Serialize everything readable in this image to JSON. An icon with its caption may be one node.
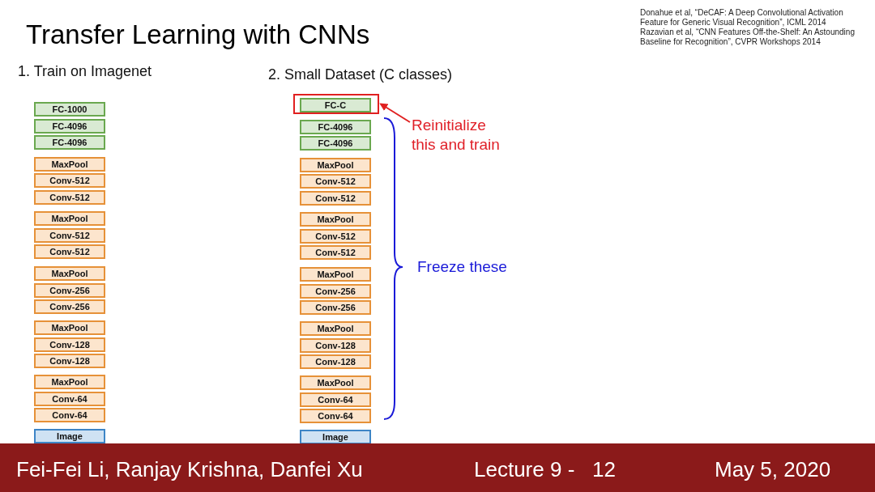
{
  "diagram": {
    "title": "Transfer Learning with CNNs",
    "nodes": [
      {
        "text": [
          "FC-1000"
        ]
      },
      {
        "text": [
          "FC-4096"
        ]
      },
      {
        "text": [
          "FC-4096"
        ]
      },
      {
        "text": [
          "MaxPool"
        ]
      },
      {
        "text": [
          "Conv-512"
        ]
      },
      {
        "text": [
          "Conv-512"
        ]
      },
      {
        "text": [
          "MaxPool"
        ]
      },
      {
        "text": [
          "Conv-512"
        ]
      },
      {
        "text": [
          "Conv-512"
        ]
      },
      {
        "text": [
          "MaxPool"
        ]
      },
      {
        "text": [
          "Conv-256"
        ]
      },
      {
        "text": [
          "Conv-256"
        ]
      },
      {
        "text": [
          "MaxPool"
        ]
      },
      {
        "text": [
          "Conv-128"
        ]
      },
      {
        "text": [
          "Conv-128"
        ]
      },
      {
        "text": [
          "MaxPool"
        ]
      },
      {
        "text": [
          "Conv-64"
        ]
      },
      {
        "text": [
          "Conv-64"
        ]
      },
      {
        "text": [
          "Image"
        ]
      },
      {
        "text": [],
        "shape": "box"
      },
      {
        "text": [
          "FC-C"
        ],
        "in": 19
      },
      {
        "text": [
          "FC-4096"
        ]
      },
      {
        "text": [
          "FC-4096"
        ]
      },
      {
        "text": [
          "MaxPool"
        ]
      },
      {
        "text": [
          "Conv-512"
        ]
      },
      {
        "text": [
          "Conv-512"
        ]
      },
      {
        "text": [
          "MaxPool"
        ]
      },
      {
        "text": [
          "Conv-512"
        ]
      },
      {
        "text": [
          "Conv-512"
        ]
      },
      {
        "text": [
          "MaxPool"
        ]
      },
      {
        "text": [
          "Conv-256"
        ]
      },
      {
        "text": [
          "Conv-256"
        ]
      },
      {
        "text": [
          "MaxPool"
        ]
      },
      {
        "text": [
          "Conv-128"
        ]
      },
      {
        "text": [
          "Conv-128"
        ]
      },
      {
        "text": [
          "MaxPool"
        ]
      },
      {
        "text": [
          "Conv-64"
        ]
      },
      {
        "text": [
          "Conv-64"
        ]
      },
      {
        "text": [
          "Image"
        ]
      },
      {
        "text": [
          "Reinitialize this and train"
        ]
      },
      {
        "text": [
          "Fei-Fei Li, Ranjay Krishna, Danfei Xu",
          "Lecture 9 -   12",
          "May 5, 2020"
        ]
      }
    ],
    "edges": [
      {
        "from": 39,
        "to": 19,
        "arrow": "to"
      }
    ],
    "labels": [
      "Donahue et al, “DeCAF: A Deep Convolutional Activation Feature for Generic Visual Recognition”, ICML 2014",
      "Razavian et al, “CNN Features Off-the-Shelf: An Astounding Baseline for Recognition”, CVPR Workshops 2014",
      "1. Train on Imagenet",
      "2. Small Dataset (C classes)",
      "Freeze these"
    ]
  }
}
